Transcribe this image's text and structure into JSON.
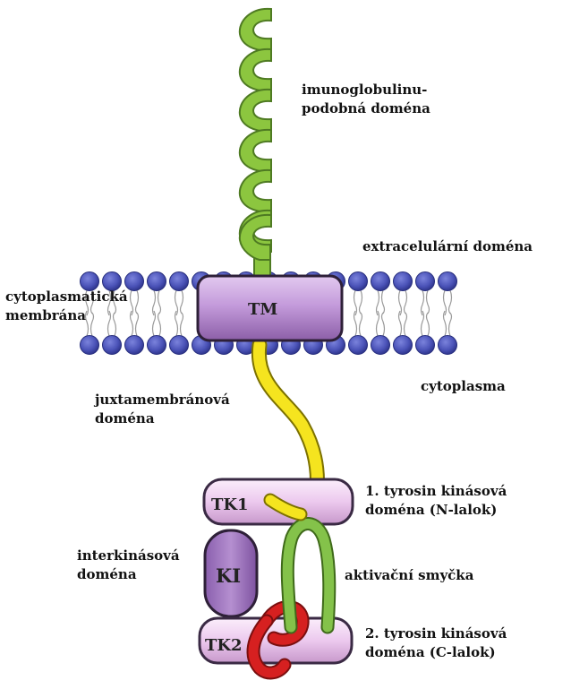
{
  "labels": {
    "ig_domain": {
      "line1": "imunoglobulinu-",
      "line2": "podobná doména"
    },
    "extracellular": "extracelulární doména",
    "membrane": {
      "line1": "cytoplasmatická",
      "line2": "membrána"
    },
    "cytoplasm": "cytoplasma",
    "juxtamembrane": {
      "line1": "juxtamembránová",
      "line2": "doména"
    },
    "tk1_domain": {
      "line1": "1. tyrosin kinásová",
      "line2": "doména (N-lalok)"
    },
    "interkinase": {
      "line1": "interkinásová",
      "line2": "doména"
    },
    "activation_loop": "aktivační smyčka",
    "tk2_domain": {
      "line1": "2. tyrosin kinásová",
      "line2": "doména (C-lalok)"
    }
  },
  "boxes": {
    "tm": "TM",
    "tk1": "TK1",
    "ki": "KI",
    "tk2": "TK2"
  },
  "colors": {
    "ig_green": "#8cc63f",
    "ig_dark": "#4e7a22",
    "lipid_head": "#4b53b8",
    "lipid_head_dark": "#262d7c",
    "lipid_tail": "#9a9a9a",
    "tm_fill": "#c7a3dc",
    "tm_stroke": "#2e2038",
    "tk_fill": "#efd2ef",
    "ki_fill": "#a57cc4",
    "juxta_yellow": "#f5e41f",
    "loop_green": "#84c24a",
    "loop_red": "#d62020"
  }
}
